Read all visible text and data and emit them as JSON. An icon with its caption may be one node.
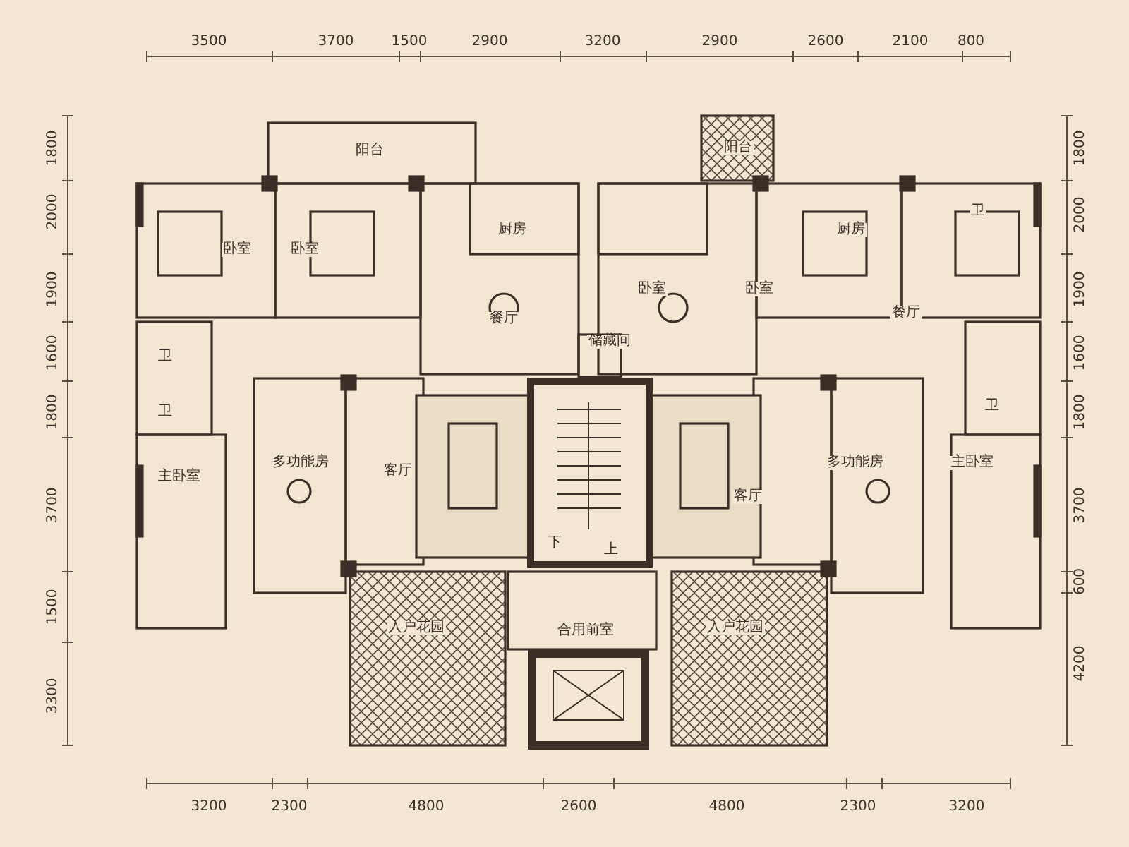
{
  "diagram": {
    "labels": [
      "3500",
      "3700",
      "1500",
      "2900",
      "3200",
      "2900",
      "2600",
      "2100",
      "800",
      "1800",
      "2000",
      "1900",
      "1600",
      "1800",
      "3700",
      "1500",
      "3300",
      "1800",
      "2000",
      "1900",
      "1600",
      "1800",
      "3700",
      "600",
      "4200",
      "3200",
      "2300",
      "4800",
      "2600",
      "4800",
      "2300",
      "3200",
      "阳台",
      "阳台",
      "卧室",
      "卧室",
      "厨房",
      "卧室",
      "卧室",
      "厨房",
      "卫",
      "餐厅",
      "餐厅",
      "储藏间",
      "卫",
      "卫",
      "卫",
      "多功能房",
      "客厅",
      "客厅",
      "多功能房",
      "主卧室",
      "主卧室",
      "下",
      "上",
      "入户花园",
      "合用前室",
      "入户花园"
    ]
  }
}
